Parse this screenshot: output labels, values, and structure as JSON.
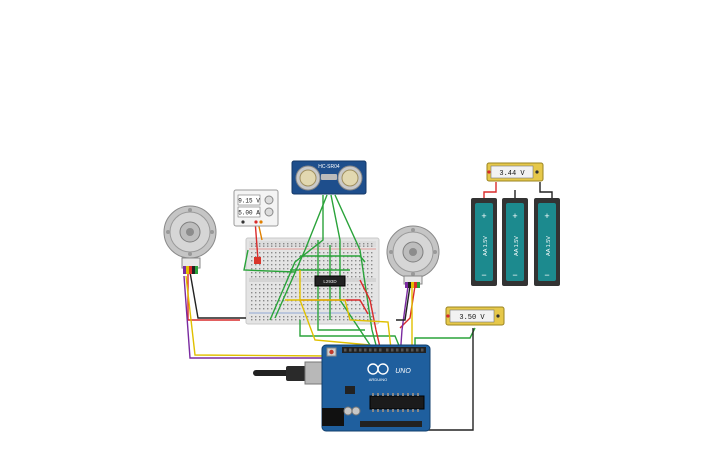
{
  "meters": {
    "multimeter_voltage": "9.15 V",
    "multimeter_current": "5.00 A",
    "battery_meter": "3.44 V",
    "board_meter": "3.50 V"
  },
  "components": {
    "sensor_label": "HC-SR04",
    "driver_chip_label": "L293D",
    "arduino_label": "UNO",
    "arduino_brand": "ARDUINO",
    "battery_label": "AA 1.5V",
    "battery_plus": "+",
    "battery_minus": "−"
  },
  "colors": {
    "arduino_board": "#1f5f9e",
    "breadboard": "#e8e8e8",
    "sensor_board": "#1e4e8c",
    "battery_body": "#1c8a8e",
    "wire_green": "#2aa33a",
    "wire_red": "#d92b2b",
    "wire_yellow": "#e0c000",
    "wire_purple": "#7a2aa0",
    "wire_black": "#222222"
  }
}
